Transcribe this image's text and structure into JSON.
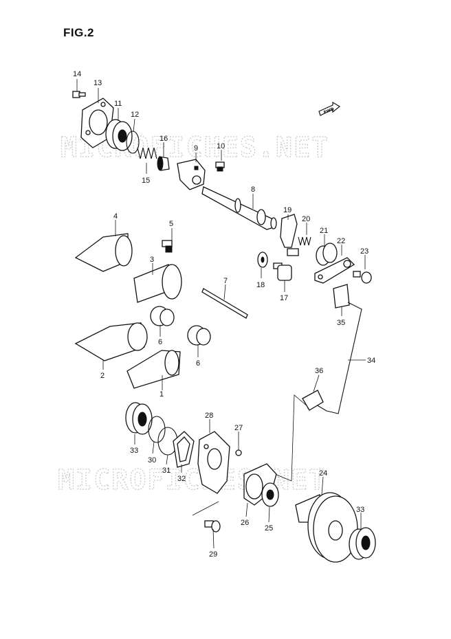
{
  "figure": {
    "title": "FIG.2",
    "fwd_label": "FWD"
  },
  "watermarks": [
    "MICROFICHES.NET",
    "MICROFICHES.NET"
  ],
  "labels": [
    {
      "id": "14",
      "text": "14"
    },
    {
      "id": "13",
      "text": "13"
    },
    {
      "id": "11",
      "text": "11"
    },
    {
      "id": "12",
      "text": "12"
    },
    {
      "id": "16",
      "text": "16"
    },
    {
      "id": "9",
      "text": "9"
    },
    {
      "id": "10",
      "text": "10"
    },
    {
      "id": "15",
      "text": "15"
    },
    {
      "id": "8",
      "text": "8"
    },
    {
      "id": "4",
      "text": "4"
    },
    {
      "id": "5",
      "text": "5"
    },
    {
      "id": "3",
      "text": "3"
    },
    {
      "id": "19",
      "text": "19"
    },
    {
      "id": "20",
      "text": "20"
    },
    {
      "id": "21",
      "text": "21"
    },
    {
      "id": "22",
      "text": "22"
    },
    {
      "id": "23",
      "text": "23"
    },
    {
      "id": "18",
      "text": "18"
    },
    {
      "id": "17",
      "text": "17"
    },
    {
      "id": "7",
      "text": "7"
    },
    {
      "id": "35",
      "text": "35"
    },
    {
      "id": "6a",
      "text": "6"
    },
    {
      "id": "6b",
      "text": "6"
    },
    {
      "id": "2",
      "text": "2"
    },
    {
      "id": "1",
      "text": "1"
    },
    {
      "id": "34",
      "text": "34"
    },
    {
      "id": "36",
      "text": "36"
    },
    {
      "id": "28",
      "text": "28"
    },
    {
      "id": "27",
      "text": "27"
    },
    {
      "id": "33a",
      "text": "33"
    },
    {
      "id": "30",
      "text": "30"
    },
    {
      "id": "31",
      "text": "31"
    },
    {
      "id": "32",
      "text": "32"
    },
    {
      "id": "24",
      "text": "24"
    },
    {
      "id": "33b",
      "text": "33"
    },
    {
      "id": "26",
      "text": "26"
    },
    {
      "id": "25",
      "text": "25"
    },
    {
      "id": "29",
      "text": "29"
    }
  ]
}
